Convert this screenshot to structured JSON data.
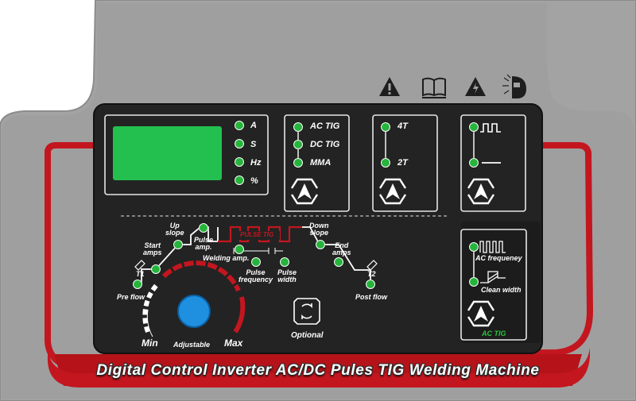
{
  "title": "Digital Control Inverter AC/DC Pules TIG Welding Machine",
  "display": {
    "units": [
      "A",
      "S",
      "Hz",
      "%"
    ]
  },
  "mode": {
    "items": [
      "AC TIG",
      "DC TIG",
      "MMA"
    ]
  },
  "trigger": {
    "items": [
      "4T",
      "2T"
    ]
  },
  "waveform": {
    "items": [
      "pulse-wave-icon",
      "dc-line-icon"
    ]
  },
  "sequence": {
    "t1": "T1",
    "pre_flow": "Pre flow",
    "start_amps": "Start\namps",
    "up_slope": "Up\nslope",
    "pulse_amp": "Pulse\namp.",
    "pulse_tig": "PULSE TIG",
    "welding_amp": "Welding amp.",
    "pulse_frequency": "Pulse\nfrequency",
    "pulse_width": "Pulse\nwidth",
    "down_slope": "Down\nslope",
    "end_amps": "End\namps",
    "t2": "T2",
    "post_flow": "Post flow"
  },
  "knob": {
    "min": "Min",
    "adjustable": "Adjustable",
    "max": "Max"
  },
  "optional": "Optional",
  "ac_panel": {
    "ac_frequency": "AC frequeney",
    "clean_width": "Clean width",
    "badge": "AC TIG"
  },
  "warning_icons": [
    "warning-triangle-icon",
    "manual-book-icon",
    "electric-shock-icon",
    "welding-mask-icon"
  ],
  "colors": {
    "body": "#a2a2a2",
    "panel": "#222222",
    "led": "#27b43c",
    "accent_red": "#c3161f",
    "display": "#23c04f",
    "knob": "#1f8fe0"
  }
}
